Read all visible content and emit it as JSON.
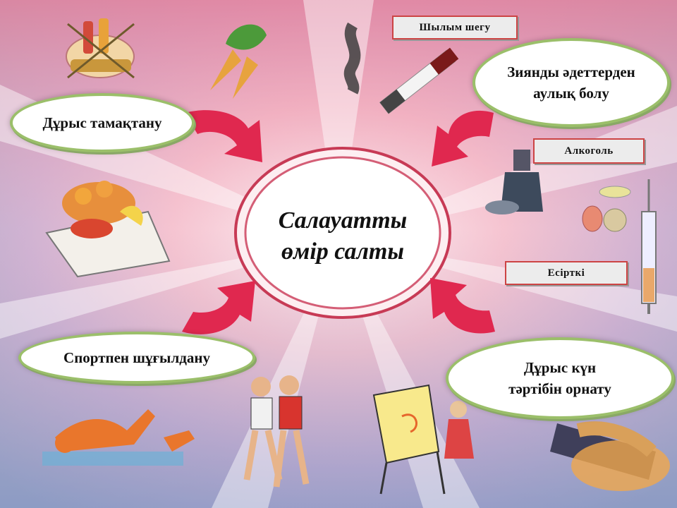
{
  "center": {
    "line1": "Салауатты",
    "line2": "өмір салты"
  },
  "bubbles": {
    "nutrition": "Дұрыс тамақтану",
    "habits_line1": "Зиянды әдеттерден",
    "habits_line2": "аулық болу",
    "sport": "Спортпен шұғылдану",
    "routine_line1": "Дұрыс күн",
    "routine_line2": "тәртібін орнату"
  },
  "tags": {
    "smoking": "Шылым шегу",
    "alcohol": "Алкоголь",
    "drugs": "Есірткі"
  },
  "colors": {
    "bubble_border": "#9bbf6a",
    "arrow": "#e0284f",
    "tag_border": "#cc4444",
    "center_ring": "#c73a55"
  }
}
